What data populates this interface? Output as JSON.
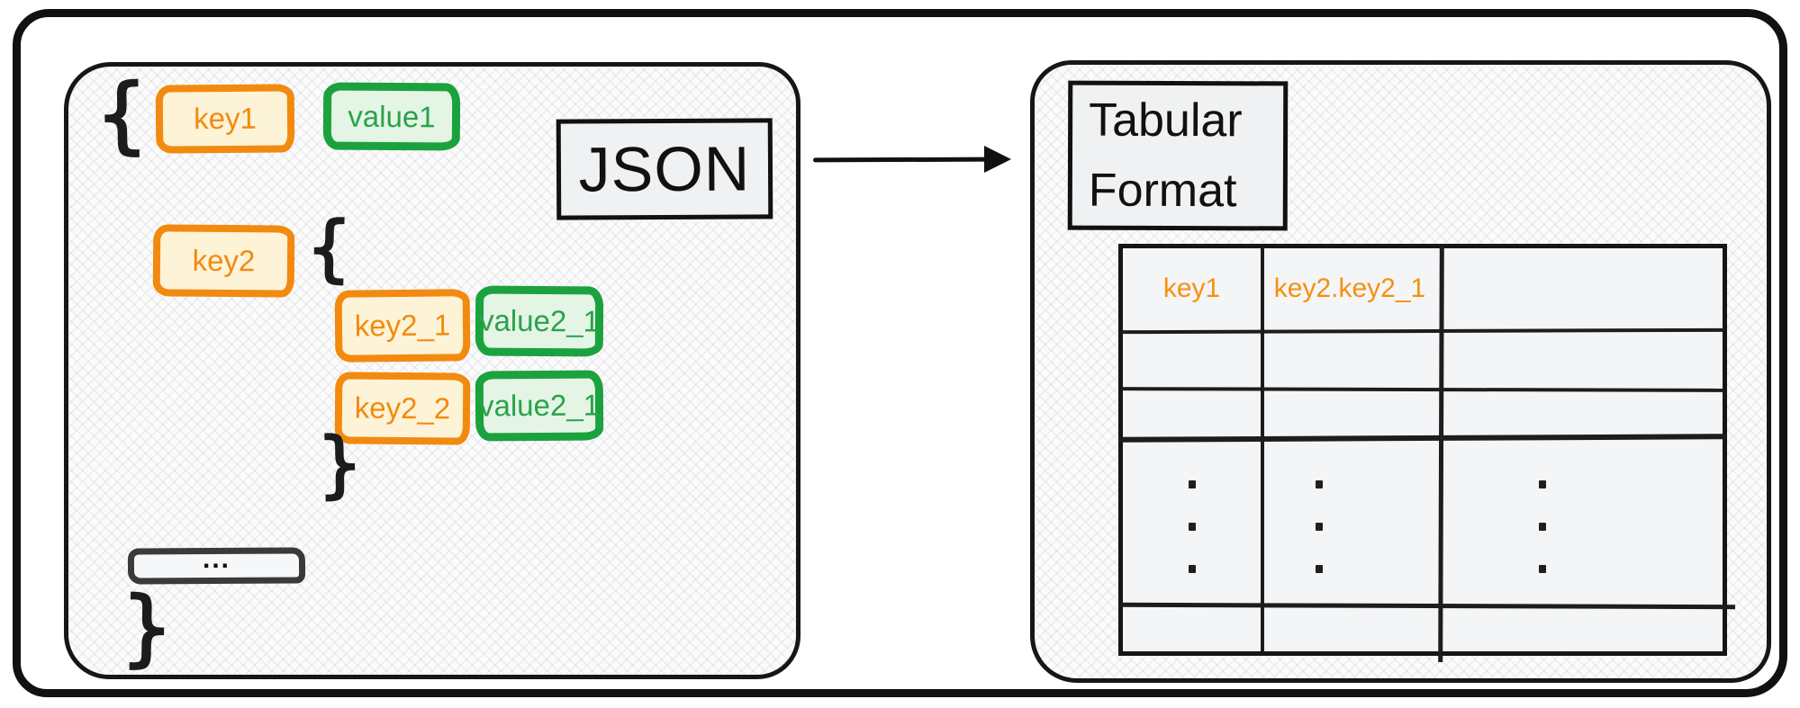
{
  "diagram": {
    "description": "JSON to Tabular Format flattening diagram",
    "colors": {
      "key_border": "#f28a10",
      "key_fill": "#fdf3d7",
      "key_text": "#f28a10",
      "value_border": "#1ba23e",
      "value_fill": "#e4f5e6",
      "value_text": "#2aa24a",
      "ink": "#111111",
      "panel_fill": "#fbfbfc",
      "header_text_orange": "#f6900f"
    }
  },
  "left_panel": {
    "label": "JSON",
    "root_open_brace": "{",
    "root_close_brace": "}",
    "more_indicator": "...",
    "row1": {
      "key": "key1",
      "value": "value1"
    },
    "key2_label": "key2",
    "nested": {
      "open_brace": "{",
      "close_brace": "}",
      "rows": [
        {
          "key": "key2_1",
          "value": "value2_1"
        },
        {
          "key": "key2_2",
          "value": "value2_1"
        }
      ]
    }
  },
  "arrow": {
    "direction": "right"
  },
  "right_panel": {
    "label_line1": "Tabular",
    "label_line2": "Format",
    "table": {
      "columns": [
        "key1",
        "key2.key2_1",
        ""
      ],
      "empty_rows_above_dots": 2,
      "vertical_ellipsis": "⋮",
      "empty_rows_below_dots": 1
    }
  }
}
